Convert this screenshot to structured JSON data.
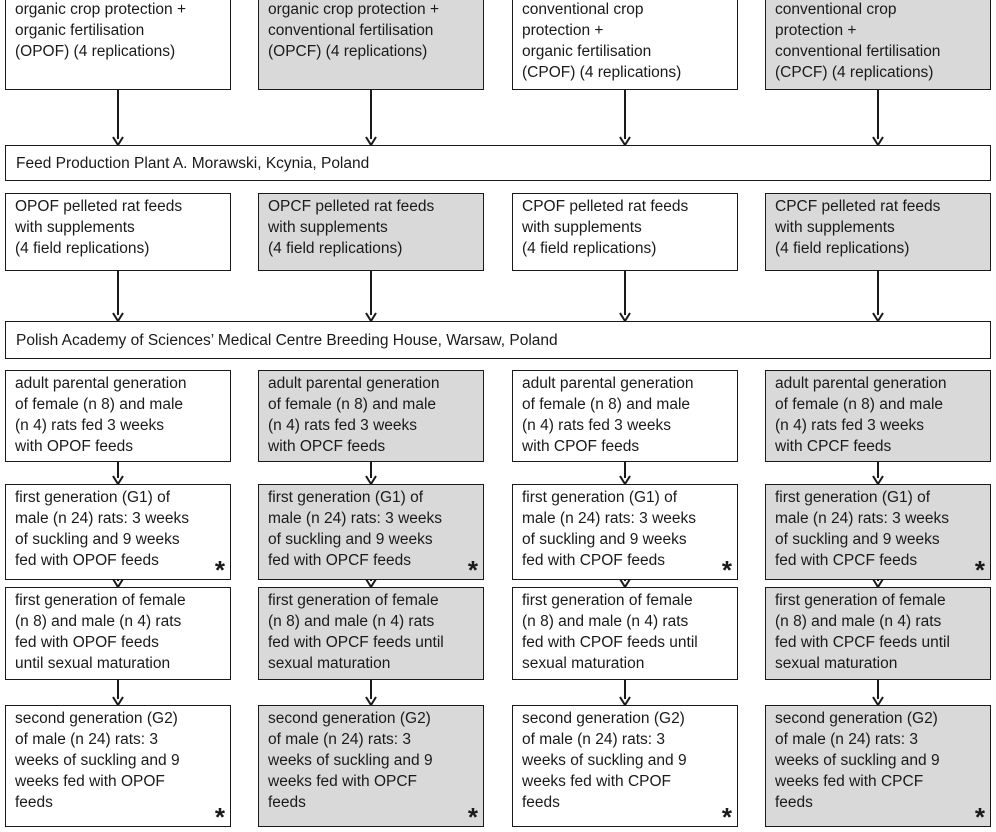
{
  "columns": [
    {
      "key": "opof",
      "shaded": false,
      "treatment": "organic crop protection +\norganic fertilisation\n(OPOF) (4 replications)",
      "feed": "OPOF pelleted rat feeds\nwith supplements\n(4 field replications)",
      "parental": "adult parental generation\nof female (n 8) and male\n(n 4) rats fed 3 weeks\nwith OPOF feeds",
      "g1": "first generation (G1) of\nmale (n 24) rats: 3 weeks\nof suckling and 9 weeks\nfed with OPOF feeds",
      "first_gen": "first generation of female\n(n 8) and male (n 4) rats\nfed with OPOF feeds\nuntil sexual maturation",
      "g2": "second generation (G2)\nof male (n 24) rats: 3\nweeks of suckling and 9\nweeks fed with OPOF\nfeeds"
    },
    {
      "key": "opcf",
      "shaded": true,
      "treatment": "organic crop protection +\nconventional fertilisation\n(OPCF) (4 replications)",
      "feed": "OPCF pelleted rat feeds\nwith supplements\n(4 field replications)",
      "parental": "adult parental generation\nof female (n 8) and male\n(n 4) rats fed 3 weeks\nwith OPCF feeds",
      "g1": "first generation (G1) of\nmale (n 24) rats: 3 weeks\nof suckling and 9 weeks\nfed with OPCF feeds",
      "first_gen": "first generation of female\n(n 8) and male (n 4) rats\nfed with OPCF feeds until\nsexual maturation",
      "g2": "second generation (G2)\nof male (n 24) rats: 3\nweeks of suckling and 9\nweeks fed with OPCF\nfeeds"
    },
    {
      "key": "cpof",
      "shaded": false,
      "treatment": "conventional crop\nprotection +\norganic fertilisation\n(CPOF) (4 replications)",
      "feed": "CPOF pelleted rat feeds\nwith supplements\n(4 field replications)",
      "parental": "adult parental generation\nof female (n 8) and male\n(n 4) rats fed 3 weeks\nwith CPOF feeds",
      "g1": "first generation (G1) of\nmale (n 24) rats: 3 weeks\nof suckling and 9 weeks\nfed with CPOF feeds",
      "first_gen": "first generation of female\n(n 8) and male (n 4) rats\nfed with CPOF feeds until\nsexual maturation",
      "g2": "second generation (G2)\nof male (n 24) rats: 3\nweeks of suckling and 9\nweeks fed with CPOF\nfeeds"
    },
    {
      "key": "cpcf",
      "shaded": true,
      "treatment": "conventional crop\nprotection +\nconventional fertilisation\n(CPCF) (4 replications)",
      "feed": "CPCF pelleted rat feeds\nwith supplements\n(4 field replications)",
      "parental": "adult parental generation\nof female (n 8) and male\n(n 4) rats fed 3 weeks\nwith CPCF feeds",
      "g1": "first generation (G1) of\nmale (n 24) rats: 3 weeks\nof suckling and 9 weeks\nfed with CPCF feeds",
      "first_gen": "first generation of female\n(n 8) and male (n 4) rats\nfed with CPCF feeds until\nsexual maturation",
      "g2": "second generation (G2)\nof male (n 24) rats: 3\nweeks of suckling and 9\nweeks fed with CPCF\nfeeds"
    }
  ],
  "banner_feed_plant": "Feed Production Plant A. Morawski, Kcynia, Poland",
  "banner_breeding_house": "Polish Academy of Sciences’ Medical Centre Breeding House, Warsaw, Poland",
  "marker": "*",
  "colors": {
    "shaded_fill": "#d9d9d9",
    "border": "#1a1a1a"
  }
}
